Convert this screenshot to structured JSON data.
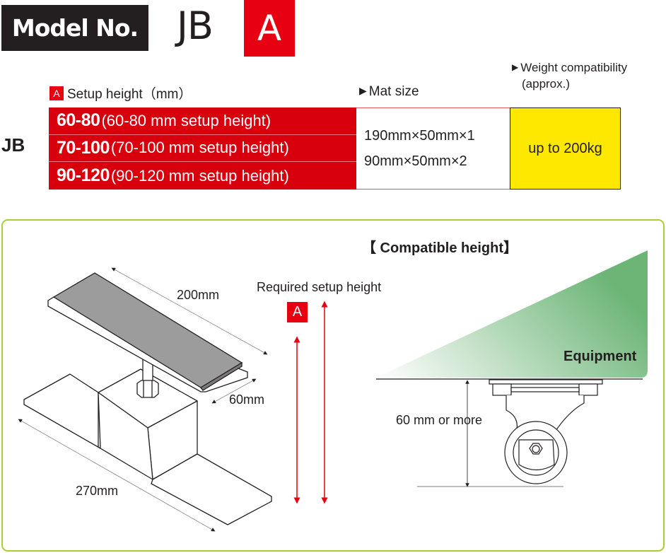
{
  "header": {
    "model_label": "Model No.",
    "model_code": "JB",
    "variant_placeholder": "A"
  },
  "table": {
    "row_label": "JB",
    "setup_height_header": {
      "badge": "A",
      "label": "Setup height（mm）"
    },
    "mat_size_header": "Mat size",
    "weight_header_line1": "Weight compatibility",
    "weight_header_line2": "(approx.)",
    "heights": [
      {
        "range": "60-80",
        "desc": "(60-80 mm setup height)"
      },
      {
        "range": "70-100",
        "desc": "(70-100 mm setup height)"
      },
      {
        "range": "90-120",
        "desc": "(90-120 mm setup height)"
      }
    ],
    "mat_sizes": [
      "190mm×50mm×1",
      "90mm×50mm×2"
    ],
    "weight": "up to 200kg"
  },
  "diagram": {
    "dim_length": "200mm",
    "dim_width": "60mm",
    "dim_base": "270mm",
    "required_label": "Required setup height",
    "required_badge": "A",
    "compat_title": "【 Compatible height】",
    "equipment_label": "Equipment",
    "clearance_label": "60 mm or more"
  },
  "colors": {
    "brand_red": "#e60012",
    "table_red": "#d9000d",
    "weight_yellow": "#ffe800",
    "panel_border": "#a8cf3a",
    "equipment_green": "#6db577",
    "dark": "#231f20"
  }
}
